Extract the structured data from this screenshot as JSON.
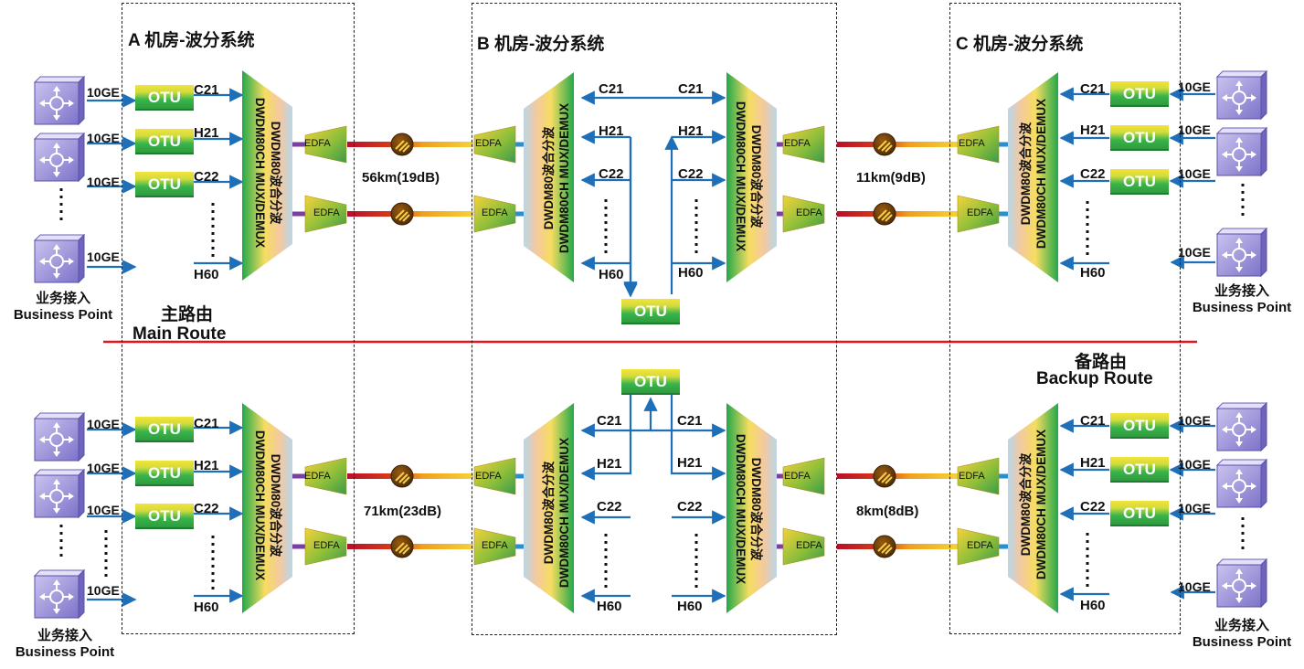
{
  "rooms": {
    "a": "A 机房-波分系统",
    "b": "B 机房-波分系统",
    "c": "C 机房-波分系统"
  },
  "routes": {
    "main_cn": "主路由",
    "main_en": "Main Route",
    "backup_cn": "备路由",
    "backup_en": "Backup Route"
  },
  "business_point": {
    "cn": "业务接入",
    "en": "Business Point"
  },
  "port_label": "10GE",
  "otu_label": "OTU",
  "edfa_label": "EDFA",
  "mux_label": {
    "line1": "DWDM80波合分波",
    "line2": "DWDM80CH MUX/DEMUX"
  },
  "channels": {
    "c21": "C21",
    "h21": "H21",
    "c22": "C22",
    "h60": "H60"
  },
  "links": {
    "main_ab": "56km(19dB)",
    "main_bc": "11km(9dB)",
    "backup_ab": "71km(23dB)",
    "backup_bc": "8km(8dB)"
  },
  "colors": {
    "arrow": "#1f6fb8",
    "divider": "#e8141b",
    "otu_top": "#f4e23a",
    "otu_bottom": "#2e9a3f",
    "mux_green": "#2fb24a",
    "mux_yellow": "#f6dd60",
    "fiber_red": "#c8102e",
    "fiber_yellow": "#f2c21b"
  }
}
